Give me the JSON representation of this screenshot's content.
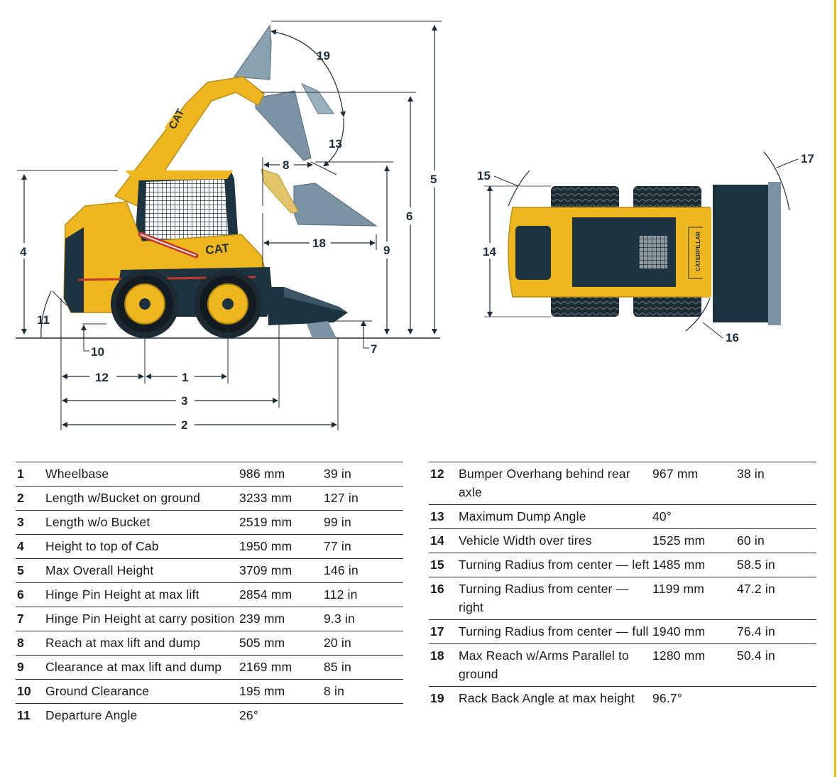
{
  "diagram": {
    "brand": "CAT",
    "side_brand": "CATERPILLAR",
    "callouts": [
      "1",
      "2",
      "3",
      "4",
      "5",
      "6",
      "7",
      "8",
      "9",
      "10",
      "11",
      "12",
      "13",
      "14",
      "15",
      "16",
      "17",
      "18",
      "19"
    ]
  },
  "colors": {
    "machine_yellow": "#f0b61f",
    "machine_dark": "#1d3340",
    "bucket_gray": "#7f97a6",
    "accent_rule": "#f6b81f"
  },
  "specs_left": [
    {
      "num": "1",
      "label": "Wheelbase",
      "mm": "986 mm",
      "inch": "39 in"
    },
    {
      "num": "2",
      "label": "Length w/Bucket on ground",
      "mm": "3233 mm",
      "inch": "127 in"
    },
    {
      "num": "3",
      "label": "Length w/o Bucket",
      "mm": "2519 mm",
      "inch": "99 in"
    },
    {
      "num": "4",
      "label": "Height to top of Cab",
      "mm": "1950 mm",
      "inch": "77 in"
    },
    {
      "num": "5",
      "label": "Max Overall Height",
      "mm": "3709 mm",
      "inch": "146 in"
    },
    {
      "num": "6",
      "label": "Hinge Pin Height at max lift",
      "mm": "2854 mm",
      "inch": "112 in"
    },
    {
      "num": "7",
      "label": "Hinge Pin Height at carry position",
      "mm": "239 mm",
      "inch": "9.3 in"
    },
    {
      "num": "8",
      "label": "Reach at max lift and dump",
      "mm": "505 mm",
      "inch": "20 in"
    },
    {
      "num": "9",
      "label": "Clearance at max lift and dump",
      "mm": "2169 mm",
      "inch": "85 in"
    },
    {
      "num": "10",
      "label": "Ground Clearance",
      "mm": "195 mm",
      "inch": "8 in"
    },
    {
      "num": "11",
      "label": "Departure Angle",
      "mm": "26°",
      "inch": ""
    }
  ],
  "specs_right": [
    {
      "num": "12",
      "label": "Bumper Overhang behind rear axle",
      "mm": "967 mm",
      "inch": "38 in"
    },
    {
      "num": "13",
      "label": "Maximum Dump Angle",
      "mm": "40°",
      "inch": ""
    },
    {
      "num": "14",
      "label": "Vehicle Width over tires",
      "mm": "1525 mm",
      "inch": "60 in"
    },
    {
      "num": "15",
      "label": "Turning Radius from center — left",
      "mm": "1485 mm",
      "inch": "58.5 in"
    },
    {
      "num": "16",
      "label": "Turning Radius from center — right",
      "mm": "1199 mm",
      "inch": "47.2 in"
    },
    {
      "num": "17",
      "label": "Turning Radius from center — full",
      "mm": "1940 mm",
      "inch": "76.4 in"
    },
    {
      "num": "18",
      "label": "Max Reach w/Arms Parallel to ground",
      "mm": "1280 mm",
      "inch": "50.4 in"
    },
    {
      "num": "19",
      "label": "Rack Back Angle at max height",
      "mm": "96.7°",
      "inch": ""
    }
  ]
}
